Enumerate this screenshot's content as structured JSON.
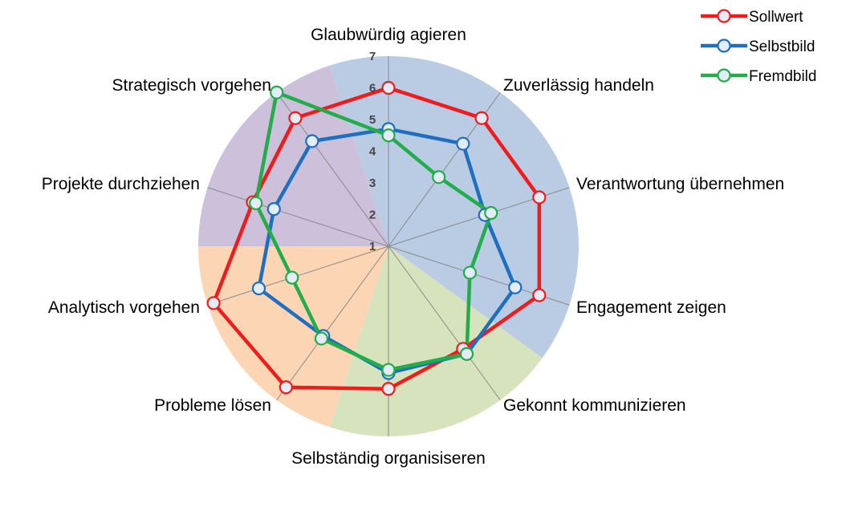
{
  "chart_data": {
    "type": "radar",
    "axes": [
      "Glaubwürdig agieren",
      "Zuverlässig handeln",
      "Verantwortung übernehmen",
      "Engagement zeigen",
      "Gekonnt kommunizieren",
      "Selbständig organisiseren",
      "Probleme lösen",
      "Analytisch vorgehen",
      "Projekte durchziehen",
      "Strategisch vorgehen"
    ],
    "ticks": [
      "1",
      "2",
      "3",
      "4",
      "5",
      "6",
      "7"
    ],
    "range": [
      1,
      7
    ],
    "series": [
      {
        "name": "Sollwert",
        "color": "#ee1c1c",
        "values": [
          6,
          6,
          6,
          6,
          5,
          5.5,
          6.5,
          6.8,
          5.5,
          6
        ]
      },
      {
        "name": "Selbstbild",
        "color": "#1f6fc1",
        "values": [
          4.7,
          5,
          4.2,
          5.2,
          5.2,
          5,
          4.5,
          5.3,
          4.8,
          5.1
        ]
      },
      {
        "name": "Fremdbild",
        "color": "#22ac4a",
        "values": [
          4.5,
          3.7,
          4.4,
          3.7,
          5.2,
          4.9,
          4.6,
          4.2,
          5.4,
          7.0
        ]
      }
    ],
    "sector_colors": [
      "#b9cce4",
      "#d7e3bc",
      "#fcd5b4",
      "#ccc0da"
    ],
    "legend_position": "top-right"
  }
}
